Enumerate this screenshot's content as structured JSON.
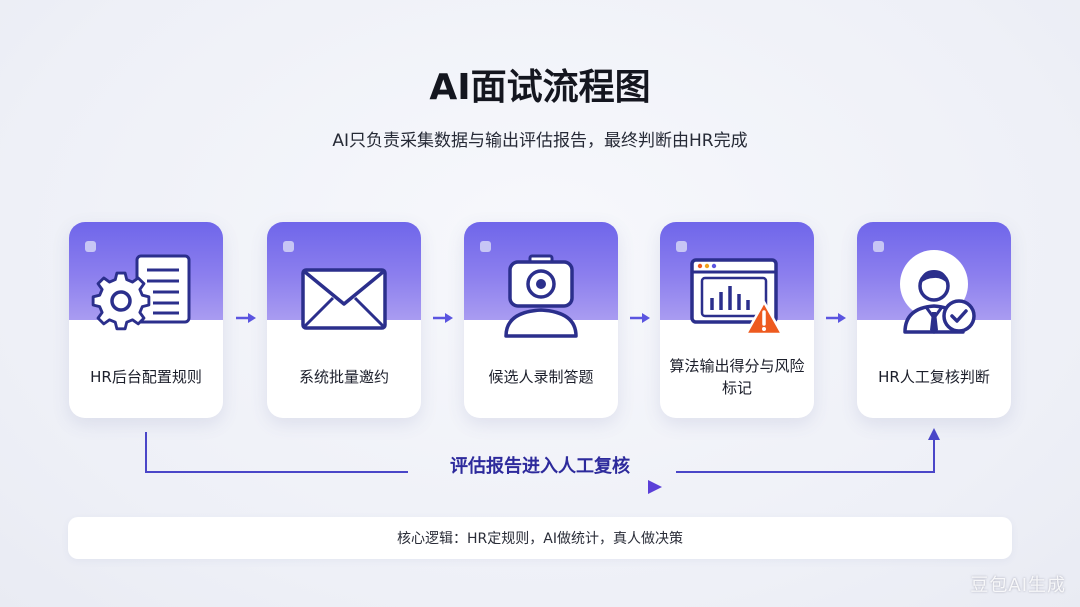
{
  "header": {
    "title": "AI面试流程图",
    "subtitle": "AI只负责采集数据与输出评估报告，最终判断由HR完成"
  },
  "steps": [
    {
      "label": "HR后台配置规则",
      "icon": "gear-document-icon"
    },
    {
      "label": "系统批量邀约",
      "icon": "envelope-icon"
    },
    {
      "label": "候选人录制答题",
      "icon": "camera-person-icon"
    },
    {
      "label": "算法输出得分与风险标记",
      "icon": "chart-warning-icon"
    },
    {
      "label": "HR人工复核判断",
      "icon": "manager-check-icon"
    }
  ],
  "flow": {
    "label": "评估报告进入人工复核"
  },
  "core": {
    "text": "核心逻辑：HR定规则，AI做统计，真人做决策"
  },
  "watermark": "豆包AI生成",
  "colors": {
    "accent": "#5b55e0",
    "card_gradient_top": "#6f66ea",
    "card_gradient_bottom": "#a99cf1",
    "icon_stroke": "#2b2f8c",
    "warning": "#ee5a1f"
  }
}
